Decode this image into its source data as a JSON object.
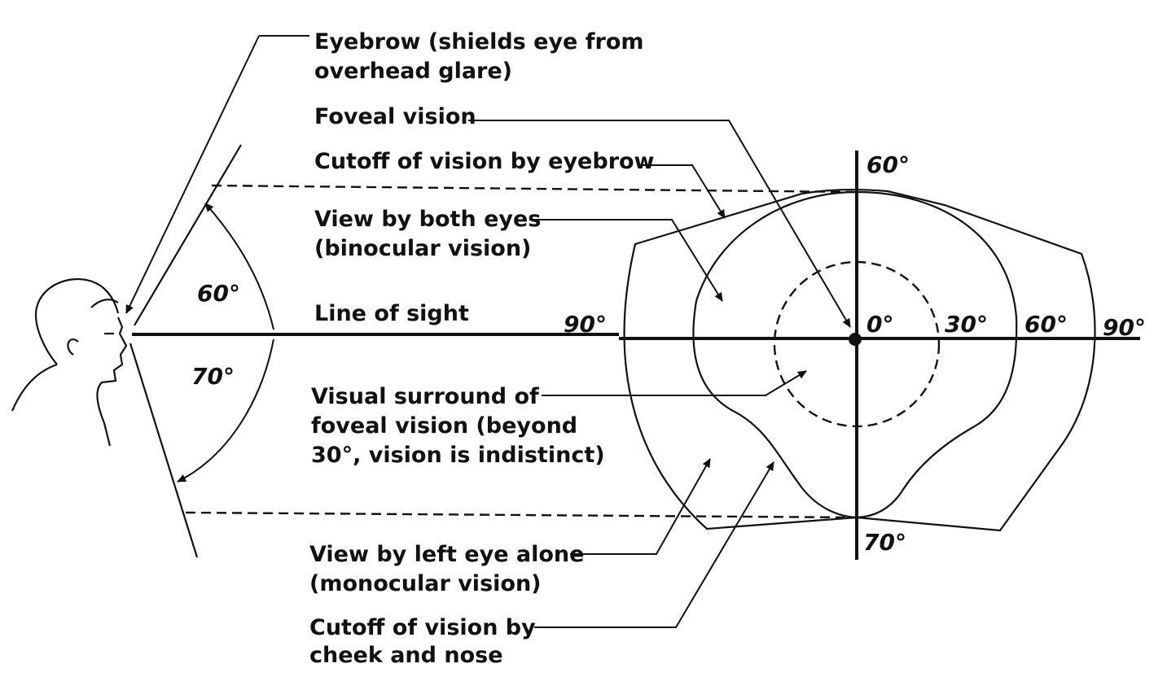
{
  "labels": {
    "eyebrow_l1": "Eyebrow (shields eye from",
    "eyebrow_l2": "overhead glare)",
    "foveal": "Foveal vision",
    "cutoff_eyebrow": "Cutoff of vision by eyebrow",
    "both_l1": "View by both eyes",
    "both_l2": "(binocular vision)",
    "line_of_sight": "Line of sight",
    "surround_l1": "Visual surround of",
    "surround_l2": "foveal vision (beyond",
    "surround_l3": "30°, vision is indistinct)",
    "left_l1": "View by left eye alone",
    "left_l2": "(monocular vision)",
    "cheek_l1": "Cutoff of vision by",
    "cheek_l2": "cheek and nose"
  },
  "angles": {
    "side_up": "60°",
    "side_down": "70°",
    "top": "60°",
    "bottom": "70°",
    "left_90": "90°",
    "center_0": "0°",
    "right_30": "30°",
    "right_60": "60°",
    "right_90": "90°"
  },
  "colors": {
    "ink": "#111111",
    "paper": "#ffffff"
  }
}
